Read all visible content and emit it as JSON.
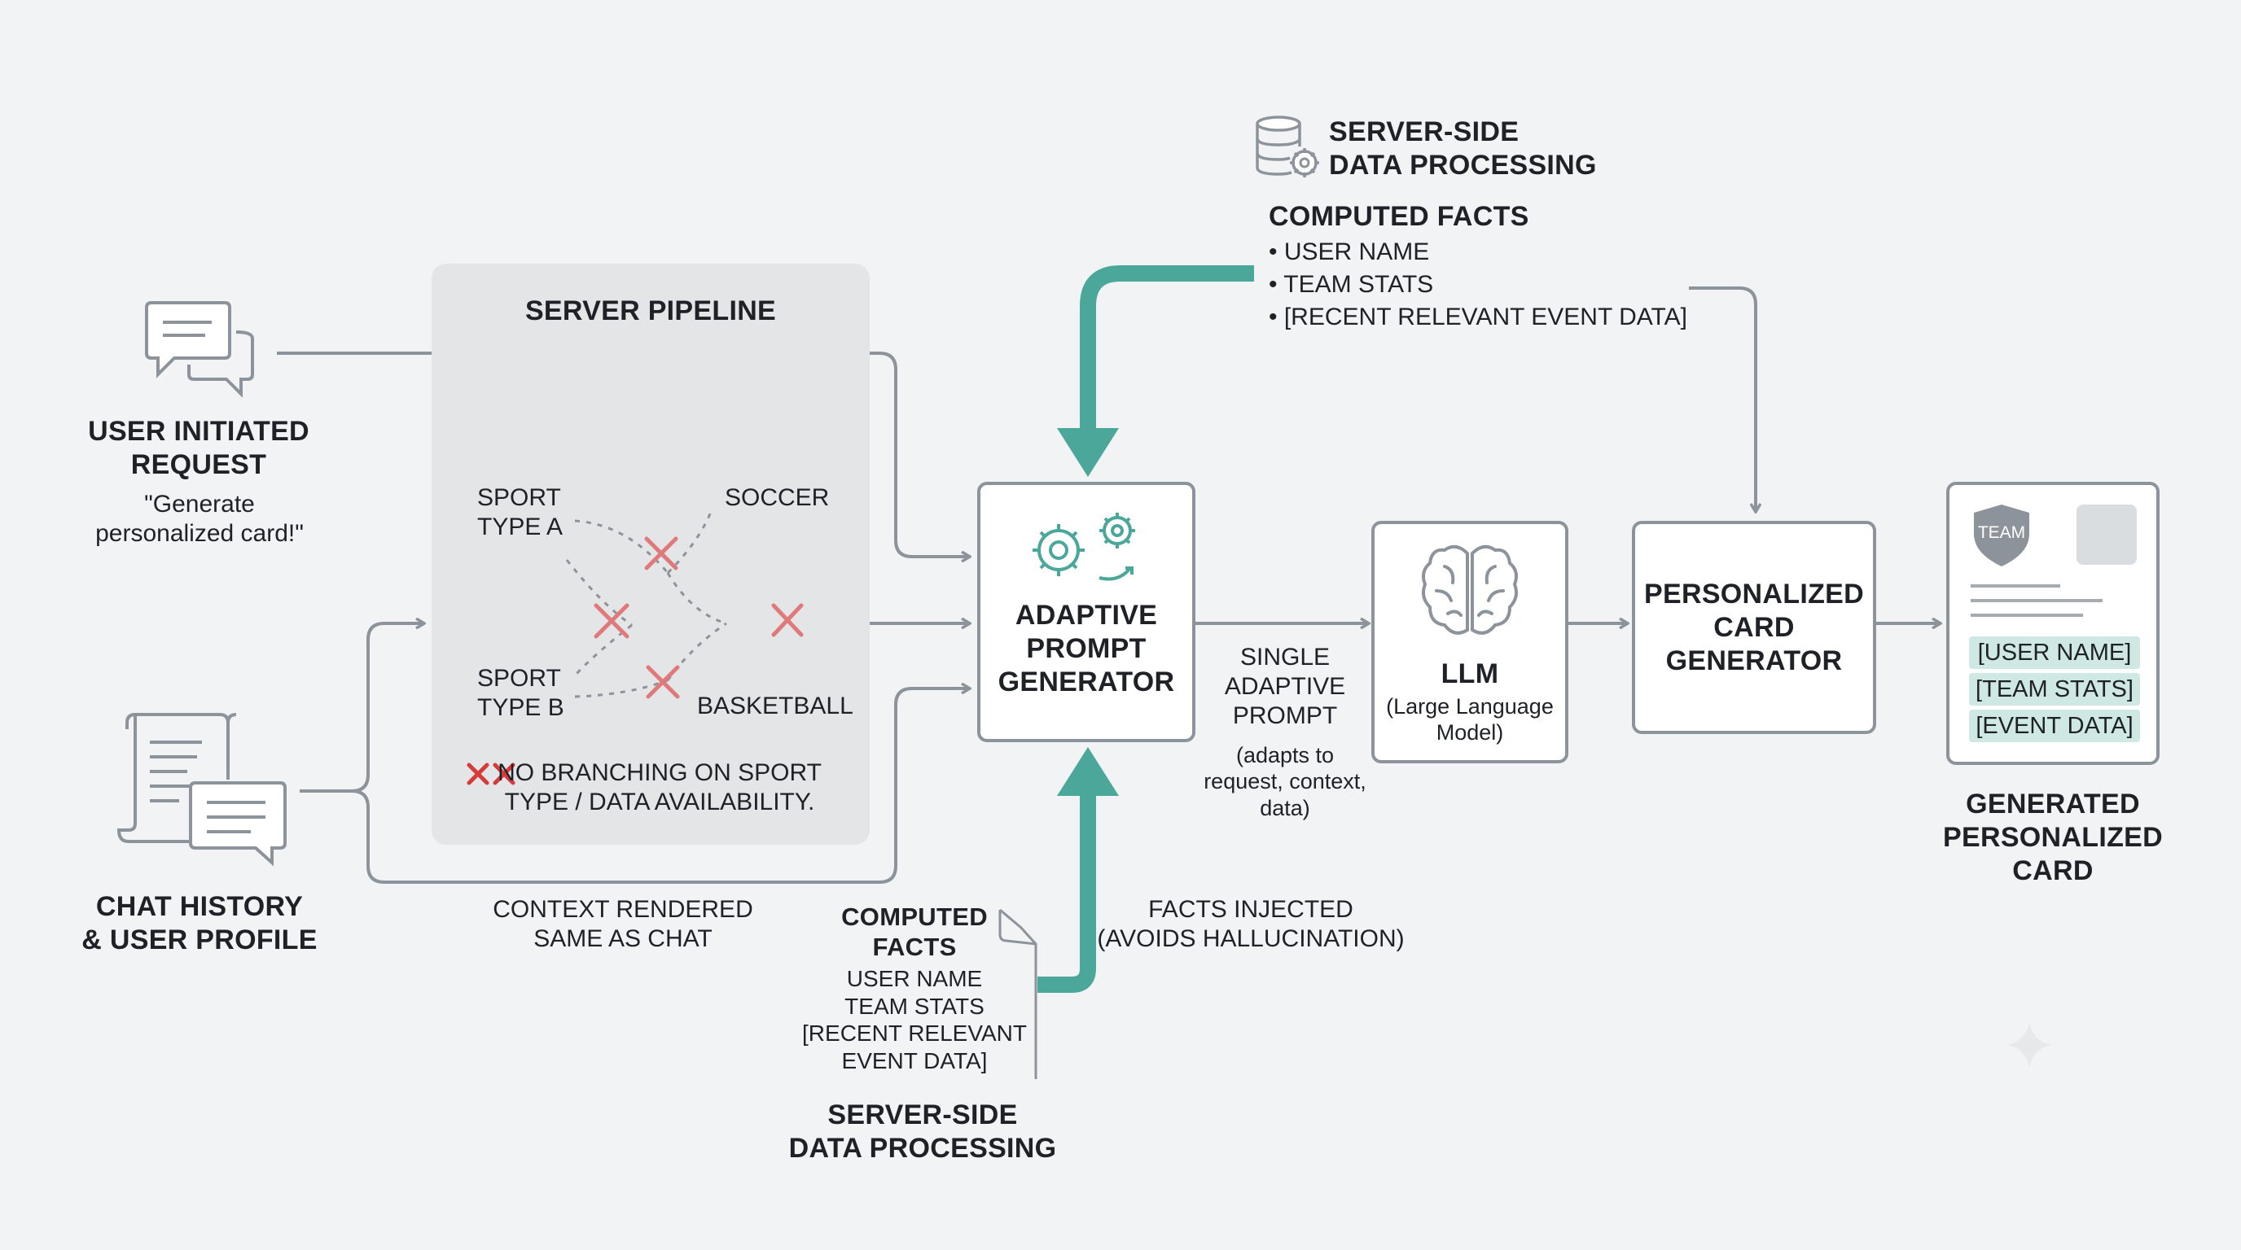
{
  "colors": {
    "teal": "#4aa79a",
    "line": "#8d939a",
    "cross": "#e07a7a",
    "no_branch": "#d63a3a",
    "chip": "#cfe8e3"
  },
  "user_request": {
    "icon": "chat-bubbles-icon",
    "title": "USER INITIATED\nREQUEST",
    "quote": "\"Generate\npersonalized card!\""
  },
  "chat_history": {
    "icon": "document-chat-icon",
    "title": "CHAT HISTORY\n& USER PROFILE"
  },
  "server_pipeline": {
    "title": "SERVER PIPELINE",
    "sport_a": "SPORT\nTYPE A",
    "sport_b": "SPORT\nTYPE B",
    "soccer": "SOCCER",
    "basketball": "BASKETBALL",
    "no_branching_icon": "double-x-icon",
    "no_branching": "NO BRANCHING ON SPORT\nTYPE / DATA AVAILABILITY."
  },
  "context_rendered": "CONTEXT RENDERED\nSAME AS CHAT",
  "top_processing": {
    "icon": "database-gear-icon",
    "title": "SERVER-SIDE\nDATA PROCESSING",
    "facts_title": "COMPUTED FACTS",
    "facts": [
      "• USER NAME",
      "• TEAM STATS",
      "• [RECENT RELEVANT EVENT DATA]"
    ]
  },
  "bottom_processing": {
    "facts_title": "COMPUTED\nFACTS",
    "facts": "USER NAME\nTEAM STATS\n[RECENT RELEVANT\nEVENT DATA]",
    "title": "SERVER-SIDE\nDATA PROCESSING",
    "injected": "FACTS INJECTED\n(AVOIDS HALLUCINATION)"
  },
  "adaptive_prompt_generator": {
    "icon": "gears-icon",
    "label": "ADAPTIVE\nPROMPT\nGENERATOR"
  },
  "single_prompt": {
    "title": "SINGLE\nADAPTIVE\nPROMPT",
    "note": "(adapts to\nrequest, context,\ndata)"
  },
  "llm": {
    "icon": "brain-icon",
    "title": "LLM",
    "subtitle": "(Large Language\nModel)"
  },
  "card_generator": {
    "label": "PERSONALIZED\nCARD\nGENERATOR"
  },
  "generated_card": {
    "badge": "TEAM",
    "fields": [
      "[USER NAME]",
      "[TEAM STATS]",
      "[EVENT DATA]"
    ],
    "caption": "GENERATED\nPERSONALIZED\nCARD"
  }
}
